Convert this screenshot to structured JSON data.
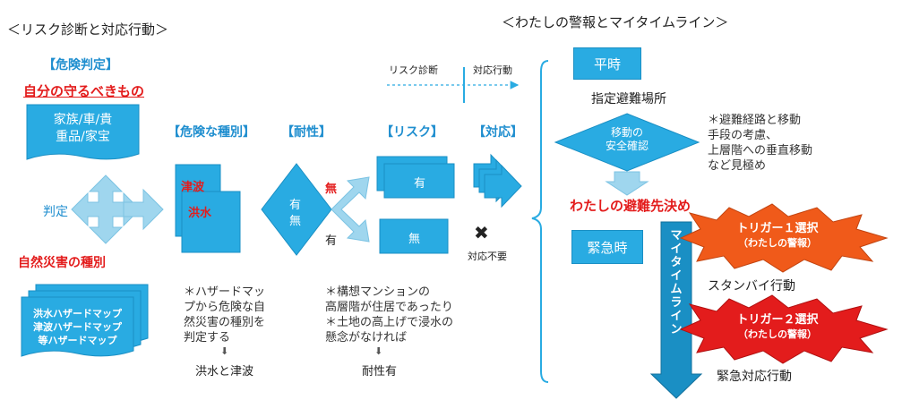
{
  "left": {
    "title": "＜リスク診断と対応行動＞",
    "kiken_hantei": "【危険判定】",
    "mamoru": "自分の守るべきもの",
    "assets": [
      "家族/車/貴",
      "重品/家宝"
    ],
    "hantei": "判定",
    "disaster_types": "自然災害の種別",
    "hazard_maps": [
      "洪水ハザードマップ",
      "津波ハザードマップ",
      "等ハザードマップ"
    ],
    "flow": {
      "risk_diag": "リスク診断",
      "taiou_kodo": "対応行動"
    },
    "col_kiken": "【危険な種別】",
    "col_taisei": "【耐性】",
    "col_risk": "【リスク】",
    "col_taiou": "【対応】",
    "tsunami": "津波",
    "kozui": "洪水",
    "taisei_ari": "有",
    "taisei_nashi": "無",
    "mu": "無",
    "yu": "有",
    "risk_ari": "有",
    "risk_nashi": "無",
    "taiou_fuyou": "対応不要",
    "cross": "✖",
    "note1": [
      "＊ハザードマッ",
      "プから危険な自",
      "然災害の種別を",
      "判定する"
    ],
    "note1_result": "洪水と津波",
    "note2": [
      "＊構想マンションの",
      "高層階が住居であったり",
      "＊土地の高上げで浸水の",
      "懸念がなければ"
    ],
    "note2_result": "耐性有",
    "down_arrow": "⬇"
  },
  "right": {
    "title": "＜わたしの警報とマイタイムライン＞",
    "heiji": "平時",
    "shitei": "指定避難場所",
    "idou": [
      "移動の",
      "安全確認"
    ],
    "note": [
      "＊避難経路と移動",
      "手段の考慮、",
      "上層階への垂直移動",
      "など見極め"
    ],
    "sakigime": "わたしの避難先決め",
    "kinkyu": "緊急時",
    "timeline": "マイタイムライン",
    "trigger1": [
      "トリガー１選択",
      "（わたしの警報）"
    ],
    "standby": "スタンバイ行動",
    "trigger2": [
      "トリガー２選択",
      "（わたしの警報）"
    ],
    "kinkyu_taiou": "緊急対応行動"
  },
  "colors": {
    "blue": "#29abe2",
    "dark_blue": "#1a8fc4",
    "red": "#e31c1c",
    "orange": "#f05a1a",
    "light_arrow": "#9fd6ee"
  }
}
